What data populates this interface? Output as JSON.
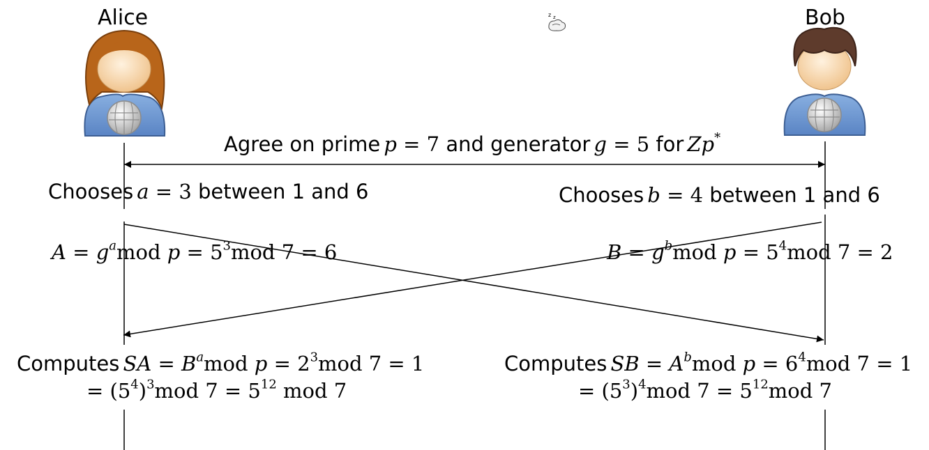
{
  "actors": {
    "alice": {
      "name": "Alice"
    },
    "bob": {
      "name": "Bob"
    }
  },
  "agree": {
    "lead": "Agree on prime",
    "p_var": "p",
    "p_val": " = 7",
    "mid": " and generator",
    "g_var": "g",
    "g_val": " = 5",
    "for": " for",
    "group_var": "Zp",
    "group_sup": "*"
  },
  "alice_choice": {
    "lead": "Chooses",
    "var": "a",
    "val": " = 3",
    "tail": " between 1 and 6"
  },
  "bob_choice": {
    "lead": "Chooses",
    "var": "b",
    "val": " = 4",
    "tail": " between 1 and 6"
  },
  "alice_public": {
    "A": "A",
    "eq1": " = ",
    "g": "g",
    "exp_a": "a",
    "mod1": "mod ",
    "p": "p",
    "eq2": " = 5",
    "exp3": "3",
    "mod2": "mod 7 = 6"
  },
  "bob_public": {
    "B": "B",
    "eq1": " = ",
    "g": "g",
    "exp_b": "b",
    "mod1": "mod ",
    "p": "p",
    "eq2": " = 5",
    "exp4": "4",
    "mod2": "mod 7 = 2"
  },
  "alice_compute": {
    "lead": "Computes",
    "SA": "SA",
    "eq1": " = ",
    "B": "B",
    "exp_a": "a",
    "mod1": "mod ",
    "p": "p",
    "eq2": " = 2",
    "exp3": "3",
    "mod2": "mod 7 = 1",
    "line2_a": "= (5",
    "line2_exp4": "4",
    "line2_b": ")",
    "line2_exp3": "3",
    "line2_c": "mod 7 = 5",
    "line2_exp12": "12",
    "line2_d": " mod 7"
  },
  "bob_compute": {
    "lead": "Computes",
    "SB": "SB",
    "eq1": " = ",
    "A": "A",
    "exp_b": "b",
    "mod1": "mod ",
    "p": "p",
    "eq2": " = 6",
    "exp4": "4",
    "mod2": "mod 7 = 1",
    "line2_a": "= (5",
    "line2_exp3": "3",
    "line2_b": ")",
    "line2_exp4": "4",
    "line2_c": "mod 7 = 5",
    "line2_exp12": "12",
    "line2_d": "mod 7"
  },
  "icons": {
    "sleep": "sleeping-icon",
    "alice_avatar": "female-user-avatar-icon",
    "bob_avatar": "male-user-avatar-icon",
    "emblem": "wikipedia-globe-icon"
  },
  "colors": {
    "alice_hair": "#b8651a",
    "bob_hair": "#5e3b2c",
    "shirt": "#6d96cf",
    "skin": "#f6cf9e",
    "line": "#000000"
  }
}
